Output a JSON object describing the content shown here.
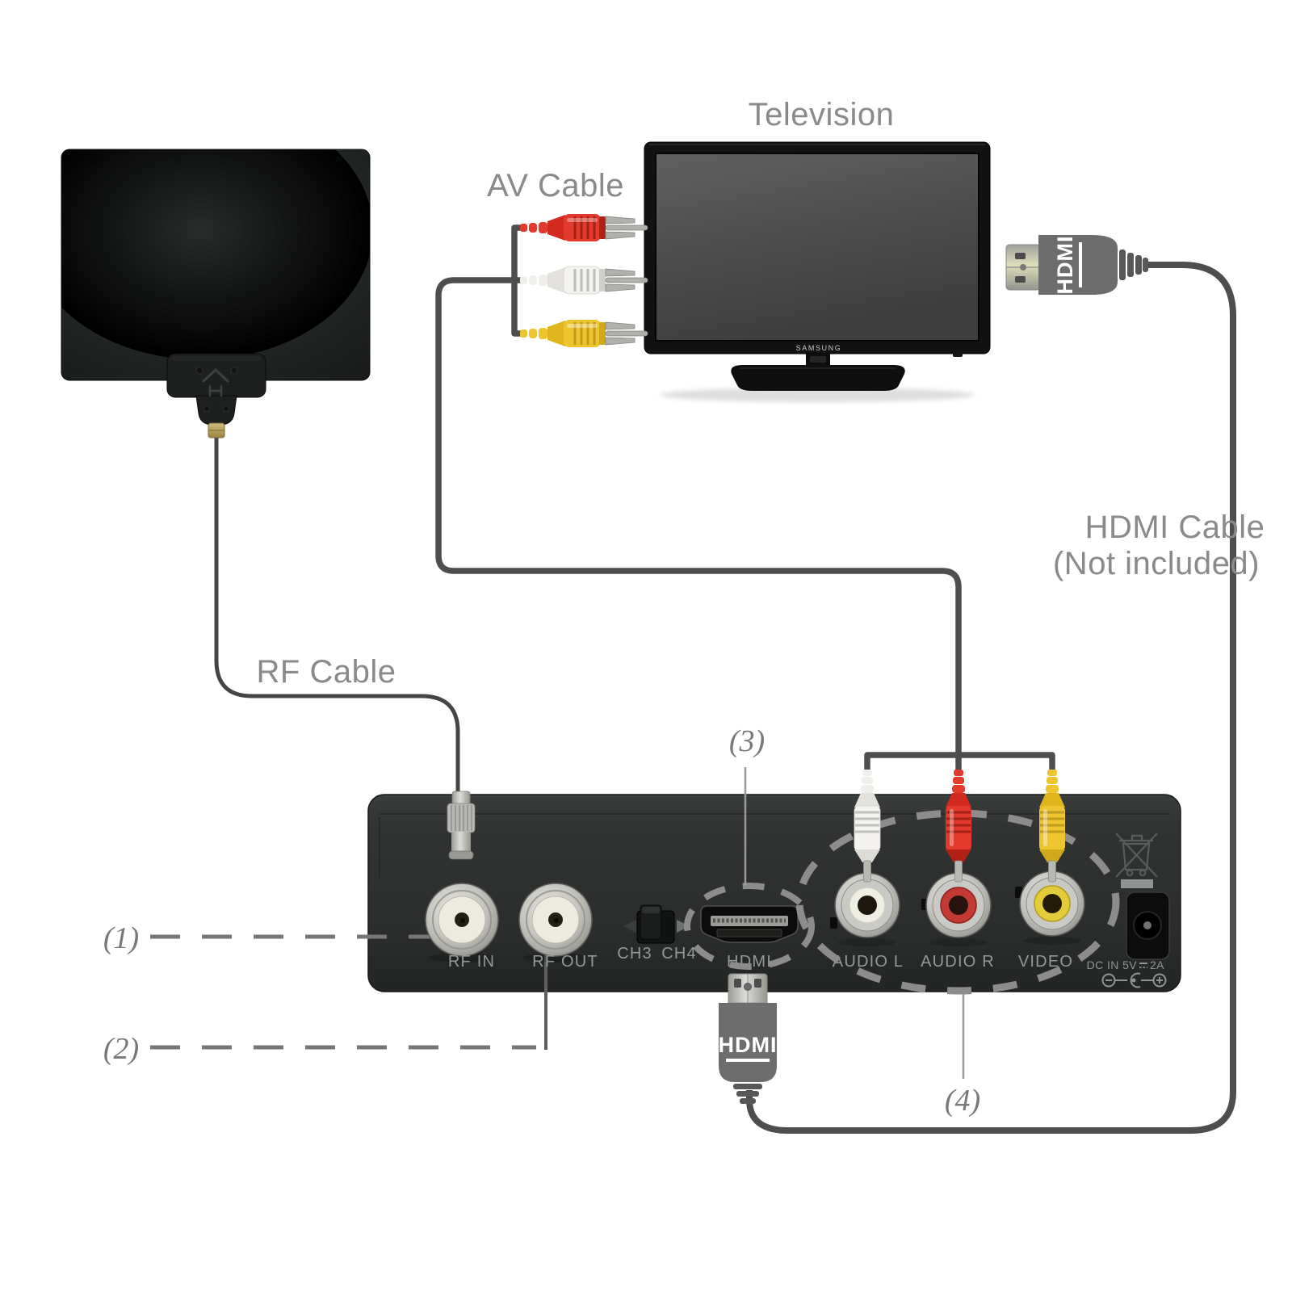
{
  "labels": {
    "television": "Television",
    "av_cable": "AV Cable",
    "hdmi_cable_line1": "HDMI Cable",
    "hdmi_cable_line2": "(Not included)",
    "rf_cable": "RF Cable"
  },
  "callouts": {
    "c1": "(1)",
    "c2": "(2)",
    "c3": "(3)",
    "c4": "(4)"
  },
  "tv": {
    "brand": "SAMSUNG"
  },
  "hdmi_logo": "HDMI",
  "box": {
    "rf_in": "RF IN",
    "rf_out": "RF OUT",
    "ch3": "CH3",
    "ch4": "CH4",
    "hdmi": "HDMI",
    "audio_l": "AUDIO L",
    "audio_r": "AUDIO R",
    "video": "VIDEO",
    "dc_in_left": "DC IN 5V",
    "dc_in_right": "2A"
  },
  "colors": {
    "label_gray": "#8a8a8a",
    "cable_gray": "#4e4e4e",
    "leader_dash_gray": "#767676",
    "dashed_circle_gray": "#8c8c8c",
    "box_body": "#2d302f",
    "port_label_gray": "#929997",
    "rca_red": "#e23a2d",
    "rca_white": "#f4f3ef",
    "rca_yellow": "#eec52f",
    "jack_red_ring": "#c23a33",
    "jack_yellow_ring": "#e3cc39",
    "hdmi_plug_gray": "#6d6d6d",
    "antenna_black": "#202423",
    "tv_screen_gray": "#4d4d4d",
    "gold_connector": "#b9a25e"
  }
}
